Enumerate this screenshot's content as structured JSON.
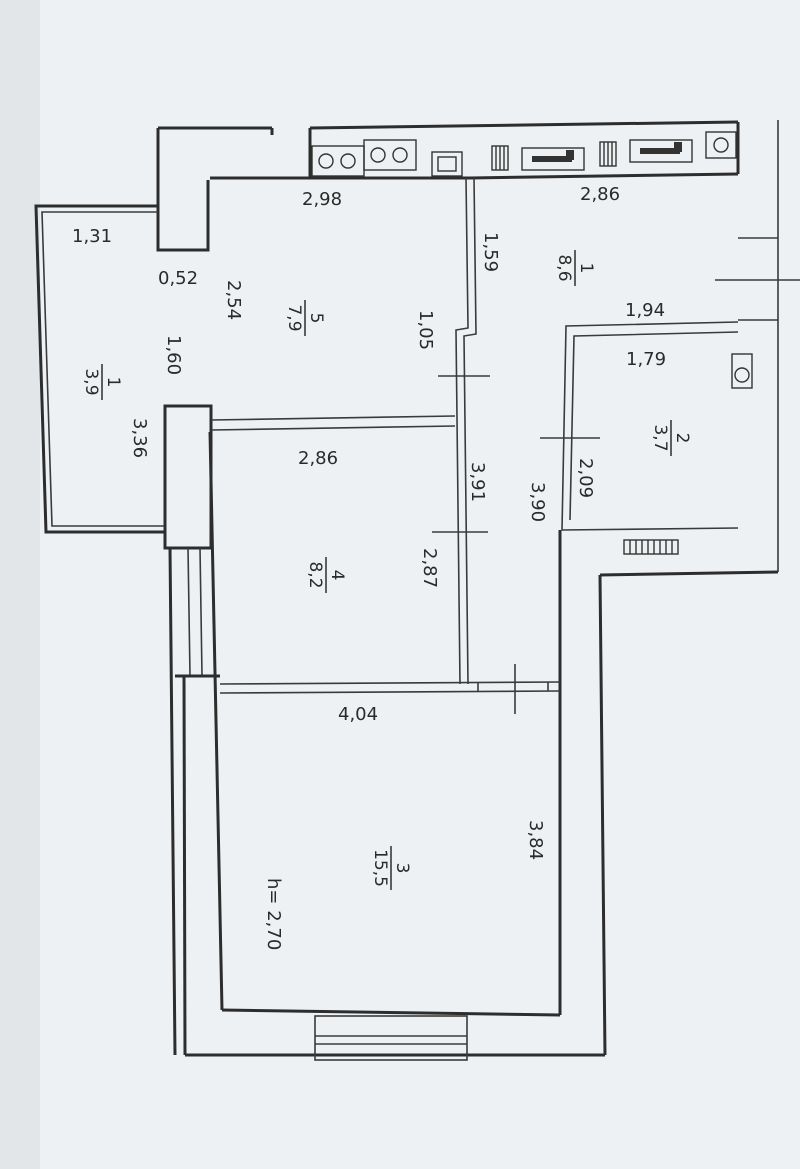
{
  "plan": {
    "ceiling_height": "h= 2,70",
    "rooms": [
      {
        "id": "kitchen",
        "number": "1",
        "area": "8,6"
      },
      {
        "id": "bath",
        "number": "2",
        "area": "3,7"
      },
      {
        "id": "living",
        "number": "3",
        "area": "15,5"
      },
      {
        "id": "bedroom-small",
        "number": "4",
        "area": "8,2"
      },
      {
        "id": "bedroom",
        "number": "5",
        "area": "7,9"
      },
      {
        "id": "balcony",
        "number": "1",
        "area": "3,9"
      }
    ],
    "dimensions": [
      "2,98",
      "2,86",
      "1,31",
      "0,52",
      "2,54",
      "1,59",
      "1,05",
      "1,94",
      "1,79",
      "1,60",
      "3,36",
      "2,86",
      "3,91",
      "2,09",
      "3,90",
      "2,87",
      "4,04",
      "3,84"
    ]
  },
  "colors": {
    "paper": "#eef1f3",
    "ink": "#2d2d2d"
  }
}
